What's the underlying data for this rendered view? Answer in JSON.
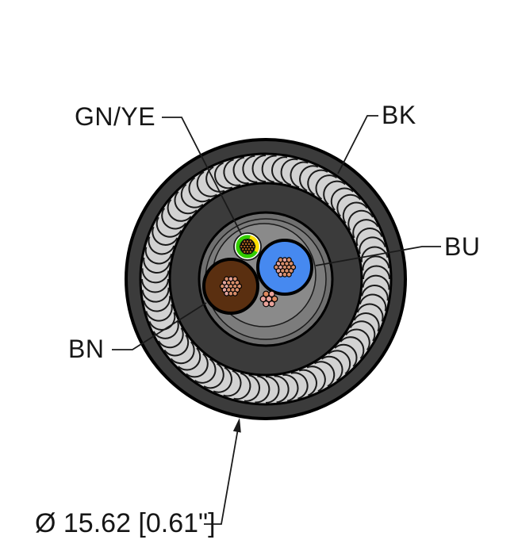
{
  "diagram": {
    "type": "cable-cross-section",
    "labels": {
      "gnye": "GN/YE",
      "bk": "BK",
      "bu": "BU",
      "bn": "BN",
      "dimension": "Ø 15.62 [0.61\"]"
    },
    "colors": {
      "jacket": "#3b3b3b",
      "braid": "#d2d2d2",
      "inner_ring": "#3b3b3b",
      "filler_outer": "#6f6f6f",
      "filler_mid": "#7c7c7c",
      "filler_inner": "#8a8a8a",
      "wire_blue": "#4689f0",
      "wire_brown": "#5a2f10",
      "gnye_white": "#ffffff",
      "gnye_green": "#33cc00",
      "gnye_yellow": "#ffdf00",
      "gnye_core": "#f7f2e8",
      "copper": "#d88e6a",
      "copper_pink": "#e2a49e",
      "gnye_copper": "#aa6520",
      "drain_copper": "#e9a39b",
      "drain_copper_alt": "#dd8a60",
      "outline": "#000000",
      "leader": "#1a1a1a",
      "text": "#161616",
      "background": "#ffffff"
    },
    "geometry_note": {
      "braid_strand_count": 72,
      "conductor_strand_count": 19,
      "drain_strand_count": 7
    }
  }
}
